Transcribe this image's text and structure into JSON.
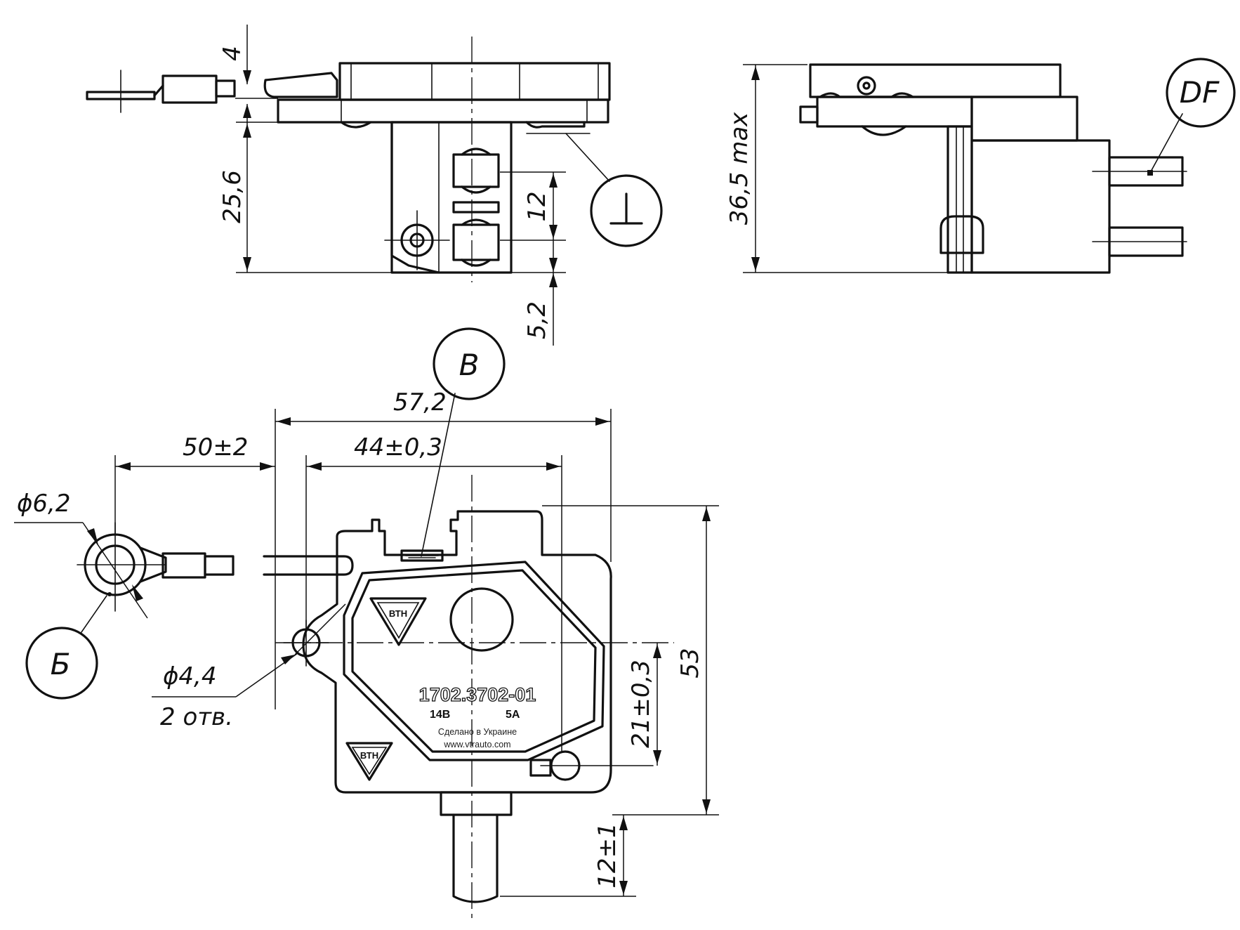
{
  "dimensions": {
    "d_4": "4",
    "d_25_6": "25,6",
    "d_12": "12",
    "d_5_2": "5,2",
    "d_36_5_max": "36,5 max",
    "d_57_2": "57,2",
    "d_50": "50±2",
    "d_44": "44±0,3",
    "d_53": "53",
    "d_21": "21±0,3",
    "d_12_1": "12±1",
    "d_phi_6_2": "ϕ6,2",
    "d_phi_4_4": "ϕ4,4",
    "holes_note": "2 отв."
  },
  "callouts": {
    "ground": "⊥",
    "df": "DF",
    "b": "B",
    "be": "Б"
  },
  "part_label": {
    "code": "1702.3702-01",
    "voltage": "14В",
    "current": "5А",
    "made_in": "Сделано в Украине",
    "url": "www.vtrauto.com",
    "logo": "ВТН"
  }
}
